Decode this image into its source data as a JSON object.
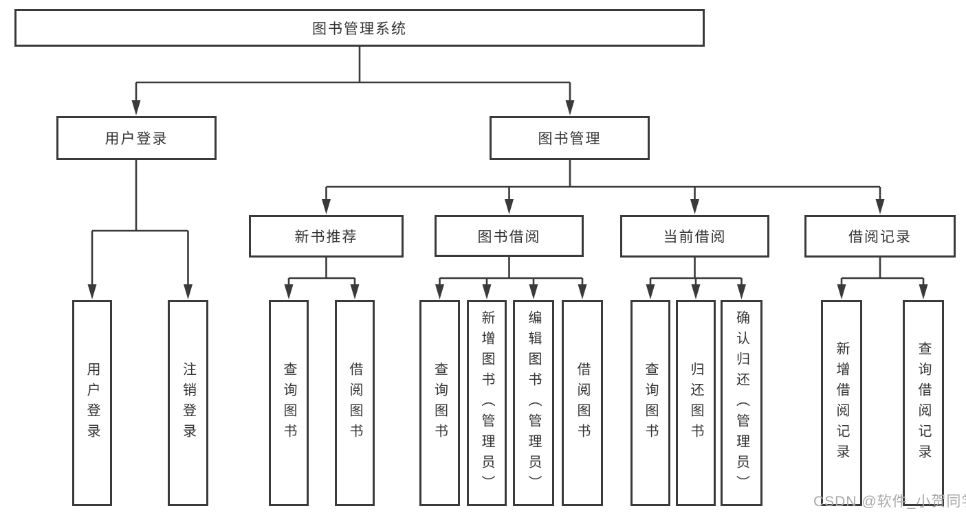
{
  "nodes": {
    "root": "图书管理系统",
    "user_login": "用户登录",
    "book_mgmt": "图书管理",
    "new_book_rec": "新书推荐",
    "book_borrow": "图书借阅",
    "current_borrow": "当前借阅",
    "borrow_records": "借阅记录",
    "leaf_user_login": "用户登录",
    "leaf_logout": "注销登录",
    "leaf_query_book_rec": "查询图书",
    "leaf_borrow_book_rec": "借阅图书",
    "leaf_query_book_borrow": "查询图书",
    "leaf_add_book_admin": "新增图书（管理员）",
    "leaf_edit_book_admin": "编辑图书（管理员）",
    "leaf_borrow_book_borrow": "借阅图书",
    "leaf_query_book_current": "查询图书",
    "leaf_return_book": "归还图书",
    "leaf_confirm_return_admin": "确认归还（管理员）",
    "leaf_add_borrow_record": "新增借阅记录",
    "leaf_query_borrow_record": "查询借阅记录"
  },
  "watermark": "CSDN @软件_小贺同学",
  "colors": {
    "line": "#3a3a3a",
    "text": "#333333",
    "watermark": "#a9a9a9",
    "background": "#ffffff"
  }
}
